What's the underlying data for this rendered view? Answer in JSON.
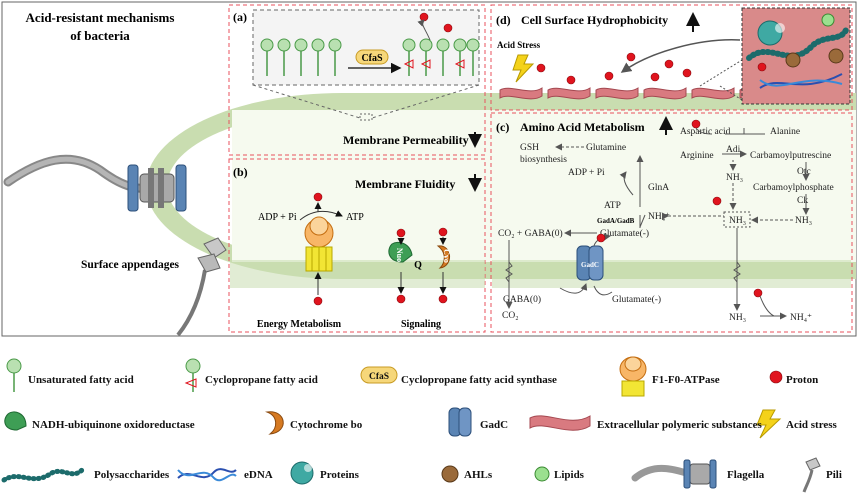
{
  "main": {
    "title_line1": "Acid-resistant mechanisms",
    "title_line2": "of bacteria",
    "surface_appendages": "Surface appendages"
  },
  "panel_a": {
    "label": "(a)",
    "enzyme": "CfaS",
    "caption": "Membrane Permeability"
  },
  "panel_b": {
    "label": "(b)",
    "title": "Membrane Fluidity",
    "adp_pi": "ADP + Pi",
    "atp": "ATP",
    "nuo": "Nuo",
    "q": "Q",
    "cyo": "Cyo",
    "energy": "Energy Metabolism",
    "signaling": "Signaling"
  },
  "panel_c": {
    "label": "(c)",
    "title": "Amino Acid Metabolism",
    "gsh1": "GSH",
    "gsh2": "biosynthesis",
    "glutamine": "Glutamine",
    "adp_pi": "ADP + Pi",
    "glna": "GlnA",
    "atp": "ATP",
    "nh4": "NH₄⁺",
    "co2_gaba": "CO₂ + GABA(0)",
    "gad": "GadA/GadB",
    "glutamate": "Glutamate(-)",
    "gadc": "GadC",
    "gaba_out": "GABA(0)",
    "glutamate_out": "Glutamate(-)",
    "co2_out": "CO₂",
    "aspartic": "Aspartic acid",
    "alanine": "Alanine",
    "arginine": "Arginine",
    "adi": "Adi",
    "carbamoylputrescine": "Carbamoylputrescine",
    "nh3_1": "NH₃",
    "otc": "Otc",
    "carbamoylphosphate": "Carbamoylphosphate",
    "ck": "Ck",
    "nh3_box": "NH₃",
    "nh3_2": "NH₃",
    "nh3_out": "NH₃",
    "nh4_out": "NH₄⁺"
  },
  "panel_d": {
    "label": "(d)",
    "title": "Cell Surface Hydrophobicity",
    "acid_stress": "Acid Stress"
  },
  "legend": {
    "row1": [
      "Unsaturated fatty acid",
      "Cyclopropane fatty acid",
      "CfaS",
      "Cyclopropane fatty acid synthase",
      "F1-F0-ATPase",
      "Proton"
    ],
    "row2": [
      "NADH-ubiquinone oxidoreductase",
      "Cytochrome bo",
      "GadC",
      "Extracellular polymeric substances",
      "Acid stress"
    ],
    "row3": [
      "Polysaccharides",
      "eDNA",
      "Proteins",
      "AHLs",
      "Lipids",
      "Flagella",
      "Pili"
    ]
  },
  "colors": {
    "membrane_green": "#c9ddb0",
    "proton_red": "#e0141e",
    "dashed_red": "#e8525e",
    "eps_pink": "#d97a80",
    "transporter_blue": "#5a84b4",
    "nuo_green": "#3e9e55",
    "cyo_orange": "#d67a22",
    "atpase_yellow": "#f2e534",
    "protein_teal": "#3fa9a3"
  }
}
